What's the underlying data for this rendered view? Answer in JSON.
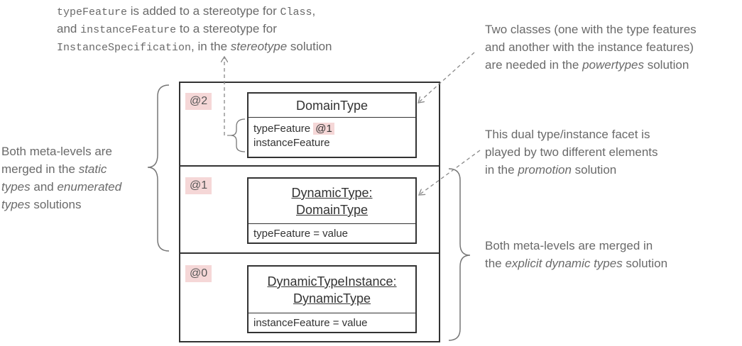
{
  "notes": {
    "stereotype": {
      "code1": "typeFeature",
      "text1": " is added to a stereotype for ",
      "code2": "Class",
      "text2": ",",
      "text3": "and ",
      "code3": "instanceFeature",
      "text4": " to a stereotype for",
      "code4": "InstanceSpecification",
      "text5": ", in the ",
      "em": "stereotype",
      "text6": " solution"
    },
    "powertypes": {
      "line1": "Two classes (one with the type features",
      "line2": "and another with the instance features)",
      "line3_pre": "are needed in the ",
      "line3_em": "powertypes",
      "line3_post": " solution"
    },
    "promotion": {
      "line1": "This dual type/instance facet is",
      "line2": "played by two different elements",
      "line3_pre": "in the ",
      "line3_em": "promotion",
      "line3_post": " solution"
    },
    "static": {
      "line1": "Both meta-levels are",
      "line2_pre": "merged in the ",
      "line2_em": "static",
      "line3_em": "types",
      "line3_mid": " and ",
      "line3_em2": "enumerated",
      "line4_em": "types",
      "line4_post": " solutions"
    },
    "explicit": {
      "line1": "Both meta-levels are merged in",
      "line2_pre": "the ",
      "line2_em": "explicit dynamic types",
      "line2_post": " solution"
    }
  },
  "levels": {
    "l2": "@2",
    "l1": "@1",
    "l0": "@0"
  },
  "boxes": {
    "domain": {
      "title": "DomainType",
      "attr1": "typeFeature",
      "attr1_badge": "@1",
      "attr2": "instanceFeature"
    },
    "dynamic": {
      "title1": "DynamicType:",
      "title2": "DomainType",
      "attr1": "typeFeature = value"
    },
    "instance": {
      "title1": "DynamicTypeInstance:",
      "title2": "DynamicType",
      "attr1": "instanceFeature = value"
    }
  },
  "colors": {
    "level_bg": "#f5d7d7",
    "text_gray": "#6a6a6a",
    "border": "#333333"
  }
}
